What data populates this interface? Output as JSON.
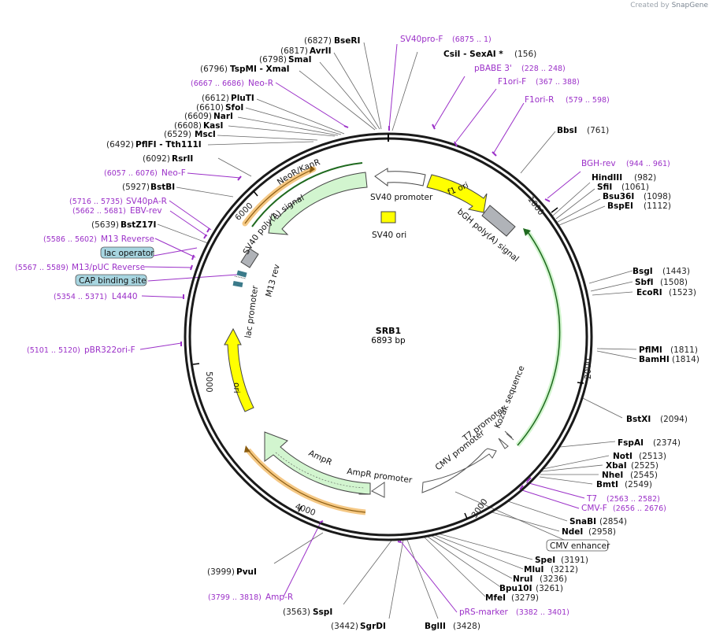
{
  "credit": {
    "prefix": "Created by",
    "brand": "SnapGene"
  },
  "plasmid": {
    "name": "SRB1",
    "length": "6893 bp"
  },
  "ticks": [
    {
      "label": "1000"
    },
    {
      "label": "2000"
    },
    {
      "label": "3000"
    },
    {
      "label": "4000"
    },
    {
      "label": "5000"
    },
    {
      "label": "6000"
    }
  ],
  "sites": [
    {
      "name": "BseRI",
      "pos": "(6827)"
    },
    {
      "name": "AvrII",
      "pos": "(6817)"
    },
    {
      "name": "SmaI",
      "pos": "(6798)"
    },
    {
      "name": "TspMI - XmaI",
      "pos": "(6796)"
    },
    {
      "name": "PluTI",
      "pos": "(6612)"
    },
    {
      "name": "SfoI",
      "pos": "(6610)"
    },
    {
      "name": "NarI",
      "pos": "(6609)"
    },
    {
      "name": "KasI",
      "pos": "(6608)"
    },
    {
      "name": "MscI",
      "pos": "(6529)"
    },
    {
      "name": "PflFI - Tth111I",
      "pos": "(6492)"
    },
    {
      "name": "RsrII",
      "pos": "(6092)"
    },
    {
      "name": "BstBI",
      "pos": "(5927)"
    },
    {
      "name": "BstZ17I",
      "pos": "(5639)"
    },
    {
      "name": "CsiI - SexAI *",
      "pos": "(156)"
    },
    {
      "name": "BbsI",
      "pos": "(761)"
    },
    {
      "name": "HindIII",
      "pos": "(982)"
    },
    {
      "name": "SfiI",
      "pos": "(1061)"
    },
    {
      "name": "Bsu36I",
      "pos": "(1098)"
    },
    {
      "name": "BspEI",
      "pos": "(1112)"
    },
    {
      "name": "BsgI",
      "pos": "(1443)"
    },
    {
      "name": "SbfI",
      "pos": "(1508)"
    },
    {
      "name": "EcoRI",
      "pos": "(1523)"
    },
    {
      "name": "PflMI",
      "pos": "(1811)"
    },
    {
      "name": "BamHI",
      "pos": "(1814)"
    },
    {
      "name": "BstXI",
      "pos": "(2094)"
    },
    {
      "name": "FspAI",
      "pos": "(2374)"
    },
    {
      "name": "NotI",
      "pos": "(2513)"
    },
    {
      "name": "XbaI",
      "pos": "(2525)"
    },
    {
      "name": "NheI",
      "pos": "(2545)"
    },
    {
      "name": "BmtI",
      "pos": "(2549)"
    },
    {
      "name": "SnaBI",
      "pos": "(2854)"
    },
    {
      "name": "NdeI",
      "pos": "(2958)"
    },
    {
      "name": "SpeI",
      "pos": "(3191)"
    },
    {
      "name": "MluI",
      "pos": "(3212)"
    },
    {
      "name": "NruI",
      "pos": "(3236)"
    },
    {
      "name": "Bpu10I",
      "pos": "(3261)"
    },
    {
      "name": "MfeI",
      "pos": "(3279)"
    },
    {
      "name": "BglII",
      "pos": "(3428)"
    },
    {
      "name": "SgrDI",
      "pos": "(3442)"
    },
    {
      "name": "SspI",
      "pos": "(3563)"
    },
    {
      "name": "PvuI",
      "pos": "(3999)"
    }
  ],
  "primers": [
    {
      "name": "SV40pro-F",
      "range": "(6875 .. 1)"
    },
    {
      "name": "pBABE 3'",
      "range": "(228 .. 248)"
    },
    {
      "name": "F1ori-F",
      "range": "(367 .. 388)"
    },
    {
      "name": "F1ori-R",
      "range": "(579 .. 598)"
    },
    {
      "name": "BGH-rev",
      "range": "(944 .. 961)"
    },
    {
      "name": "T7",
      "range": "(2563 .. 2582)"
    },
    {
      "name": "CMV-F",
      "range": "(2656 .. 2676)"
    },
    {
      "name": "pRS-marker",
      "range": "(3382 .. 3401)"
    },
    {
      "name": "Amp-R",
      "range": "(3799 .. 3818)"
    },
    {
      "name": "pBR322ori-F",
      "range": "(5101 .. 5120)"
    },
    {
      "name": "L4440",
      "range": "(5354 .. 5371)"
    },
    {
      "name": "M13/pUC Reverse",
      "range": "(5567 .. 5589)"
    },
    {
      "name": "M13 Reverse",
      "range": "(5586 .. 5602)"
    },
    {
      "name": "EBV-rev",
      "range": "(5662 .. 5681)"
    },
    {
      "name": "SV40pA-R",
      "range": "(5716 .. 5735)"
    },
    {
      "name": "Neo-F",
      "range": "(6057 .. 6076)"
    },
    {
      "name": "Neo-R",
      "range": "(6667 .. 6686)"
    }
  ],
  "features": {
    "f1ori": "f1 ori",
    "bgh": "bGH poly(A) signal",
    "sv40promoter": "SV40 promoter",
    "sv40ori": "SV40 ori",
    "neor": "NeoR/KanR",
    "sv40pa": "SV40 poly(A) signal",
    "m13rev": "M13 rev",
    "lacpromoter": "lac promoter",
    "ori": "ori",
    "ampr": "AmpR",
    "amprpromoter": "AmpR promoter",
    "cmvpromoter": "CMV promoter",
    "t7promoter": "T7 promoter",
    "kozak": "Kozak sequence"
  },
  "boxed_features": {
    "lacoperator": "lac operator",
    "cap": "CAP binding site",
    "cmvenhancer": "CMV enhancer"
  },
  "colors": {
    "backbone": "#1a1a1a",
    "f1ori": "#ffff00",
    "orf_green": "#d2f5cf",
    "orf_highlight": "#f5c884",
    "primer": "#9b30c8",
    "gray_feature": "#b0b3b8",
    "box_fill": "#a7d5e0"
  }
}
